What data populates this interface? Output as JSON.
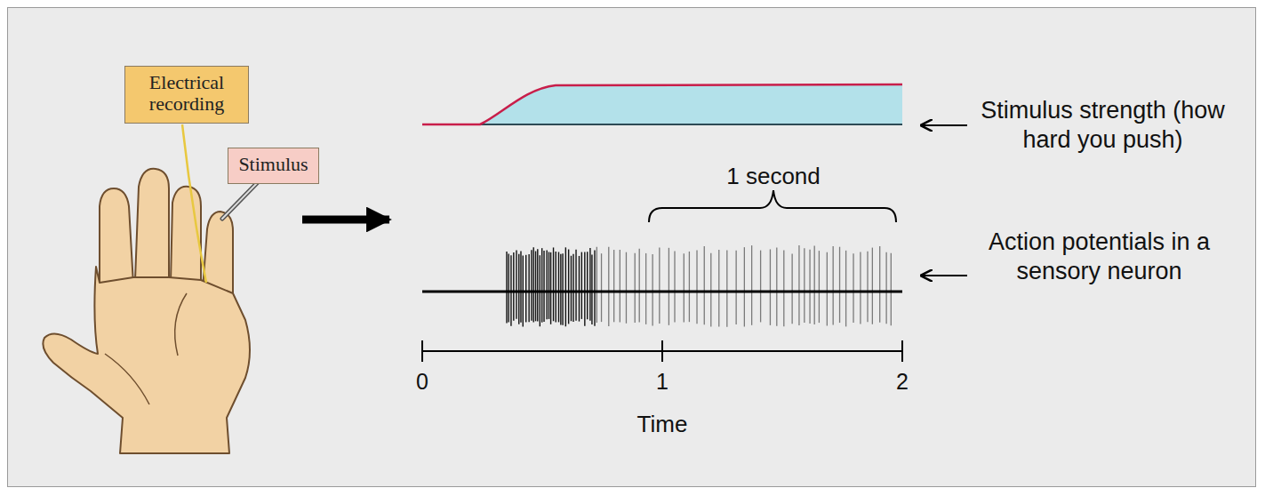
{
  "diagram": {
    "nodes": [
      {
        "text": [
          "Electrical recording"
        ]
      },
      {
        "text": [
          "Stimulus"
        ]
      }
    ],
    "labels": [
      "Stimulus strength (how hard you push)",
      "1 second",
      "Action potentials in a sensory neuron",
      "0",
      "1",
      "2",
      "Time"
    ]
  }
}
